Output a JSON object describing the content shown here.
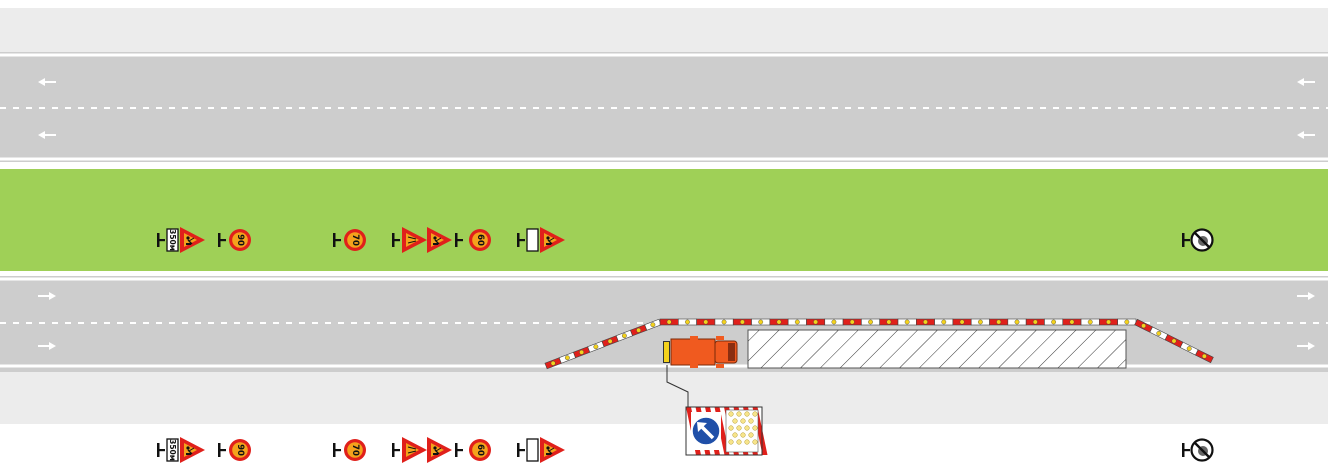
{
  "colors": {
    "road": "#cdcdcd",
    "shoulder": "#ececec",
    "median": "#9fd057",
    "lane_marking": "#ffffff",
    "sign_red": "#e0201b",
    "sign_orange": "#f4a21c",
    "barrier_red": "#e0201b",
    "truck": "#f05a1f",
    "arrow_sign_blue": "#1f4fa8"
  },
  "icons": {
    "lane_arrow": "lane-direction-arrow-icon",
    "distance_plate": "distance-plate-icon",
    "roadworks": "roadworks-warning-icon",
    "speed_limit": "speed-limit-icon",
    "narrowing": "road-narrowing-icon",
    "end_of_restrictions": "end-of-restrictions-icon",
    "keep_left": "keep-left-arrow-icon",
    "truck": "work-truck-icon",
    "arrow_board": "arrow-board-icon"
  },
  "signs": {
    "distance_plate": "350м",
    "speed_1": "90",
    "speed_2": "70",
    "speed_3": "60"
  }
}
